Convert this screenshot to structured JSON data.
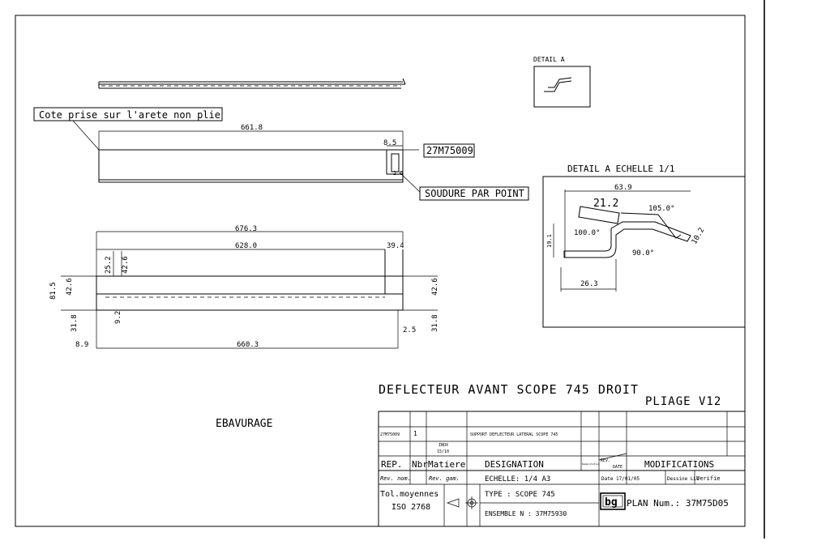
{
  "detail_label": "DETAIL A",
  "detail_scale_title": "DETAIL A   ECHELLE 1/1",
  "note_edge": "Cote prise sur l'arete non plie",
  "note_part_ref": "27M75009",
  "note_weld": "SOUDURE PAR POINT",
  "dims_top_view": {
    "overall": "661.8",
    "tab": "8.5",
    "tab_small": "2.5"
  },
  "dims_bottom_view": {
    "overall": "676.3",
    "inner": "628.0",
    "right_tab": "39.4",
    "h1": "25.2",
    "h2": "42.6",
    "left_h": "42.6",
    "right_h": "42.6",
    "total_h": "81.5",
    "lower_left": "31.8",
    "lower_right": "31.8",
    "slot": "9.2",
    "gap": "2.5",
    "bottom_len": "660.3",
    "left_off": "8.9"
  },
  "dims_detail": {
    "width": "63.9",
    "flange": "21.2",
    "angle1": "105.0°",
    "angle2": "100.0°",
    "angle3": "90.0°",
    "lip": "10.2",
    "height": "19.1",
    "base": "26.3"
  },
  "ebavurage": "EBAVURAGE",
  "part_title": "DEFLECTEUR AVANT SCOPE 745 DROIT",
  "pliage": "PLIAGE V12",
  "title_block": {
    "row1": {
      "rep": "27M75009",
      "nbr": "1",
      "desig": "SUPPORT DEFLECTEUR LATERAL SCOPE 745"
    },
    "row2": {
      "matiere_line1": "INOX",
      "matiere_line2": "15/10"
    },
    "hdr": {
      "rep": "REP.",
      "nbr": "Nbr",
      "matiere": "Matiere",
      "designation": "DESIGNATION",
      "numerotation": "Numerotation",
      "rev": "REV.",
      "date": "DATE",
      "modifications": "MODIFICATIONS"
    },
    "rev_nom": "Rev. nom.",
    "rev_gam": "Rev. gam.",
    "echelle": "ECHELLE: 1/4   A3",
    "date": "Date 17/01/05",
    "dessine": "Dessine LLO",
    "verifie": "Verifie",
    "tol1": "Tol.moyennes",
    "tol2": "ISO 2768",
    "type": "TYPE : SCOPE  745",
    "ensemble": "ENSEMBLE N : 37M75930",
    "logo": "bg",
    "plan_num": "PLAN Num.: 37M75D05"
  }
}
